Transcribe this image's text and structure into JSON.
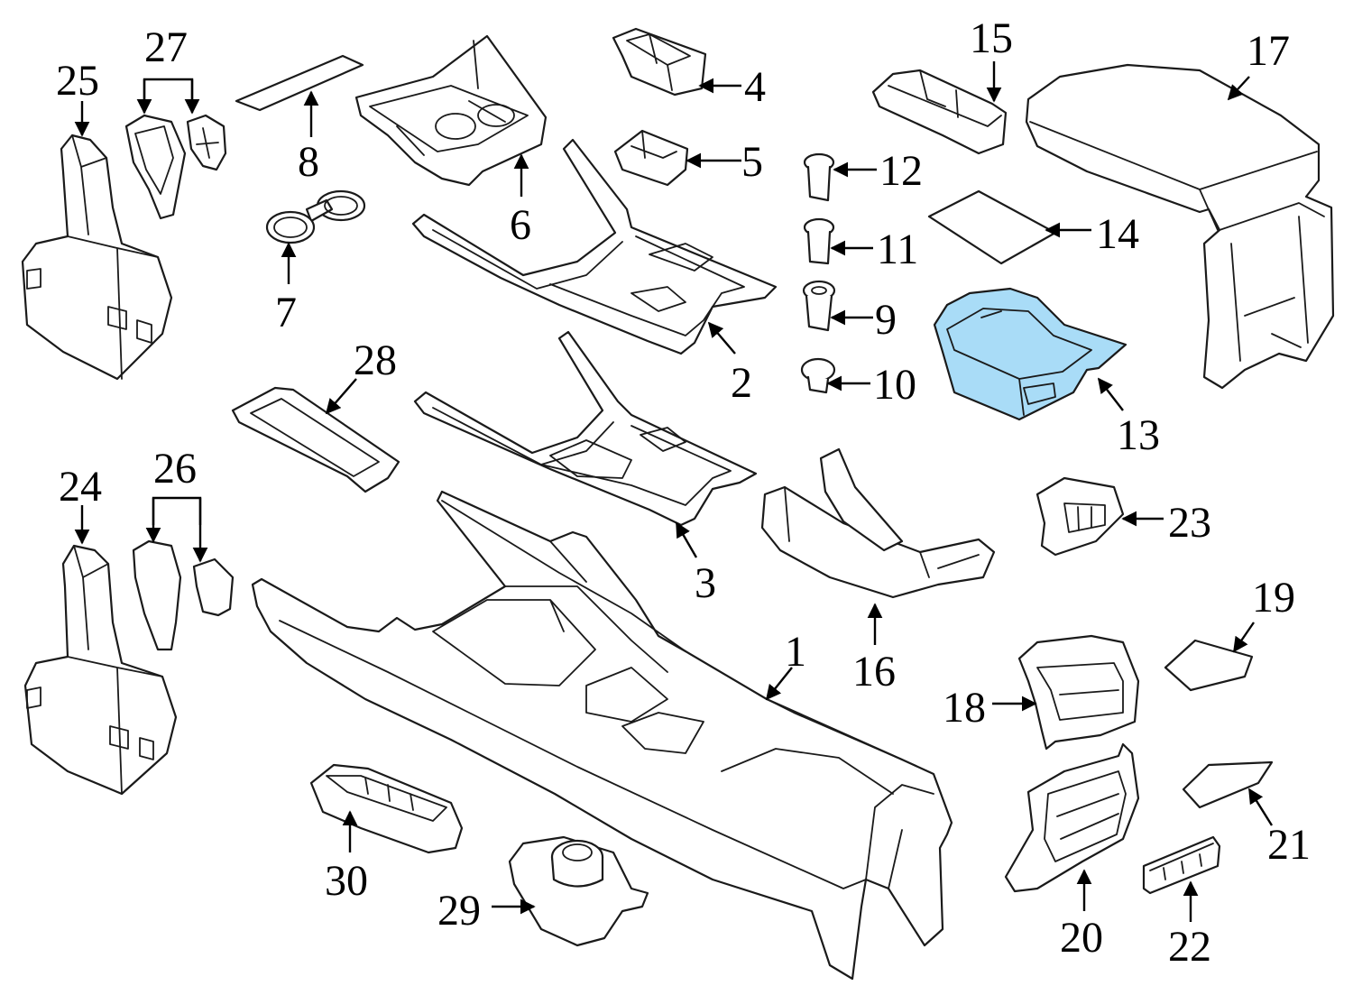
{
  "highlight_color": "#a9dcf7",
  "line_color": "#1a1a1a",
  "highlighted_part": "13",
  "callouts": [
    "1",
    "2",
    "3",
    "4",
    "5",
    "6",
    "7",
    "8",
    "9",
    "10",
    "11",
    "12",
    "13",
    "14",
    "15",
    "16",
    "17",
    "18",
    "19",
    "20",
    "21",
    "22",
    "23",
    "24",
    "25",
    "26",
    "27",
    "28",
    "29",
    "30"
  ]
}
